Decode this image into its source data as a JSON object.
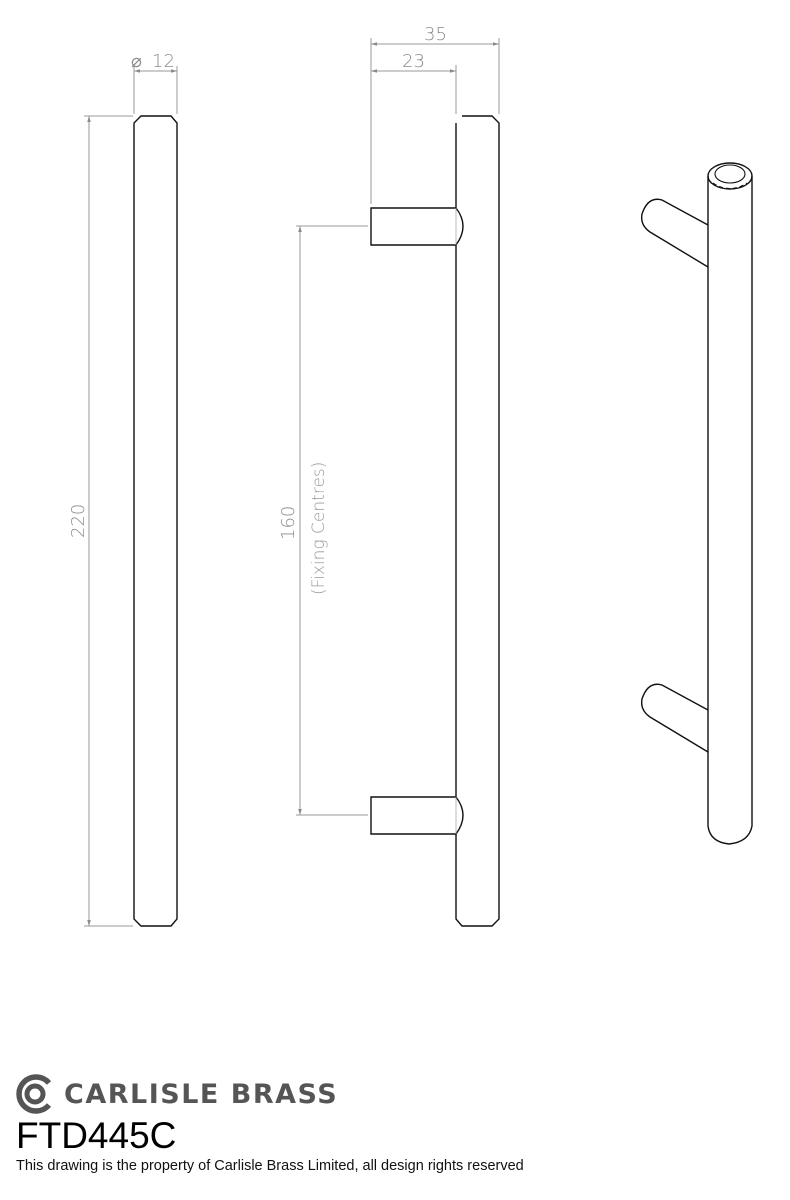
{
  "drawing": {
    "title": "Cabinet T-Bar Handle Technical Drawing",
    "views": {
      "front": {
        "label": "front-elevation",
        "dimensions": {
          "diameter": {
            "symbol": "⌀",
            "value": "12"
          },
          "length": {
            "value": "220"
          }
        }
      },
      "side": {
        "label": "side-elevation",
        "dimensions": {
          "projection_total": {
            "value": "35"
          },
          "projection_leg": {
            "value": "23"
          },
          "fixing_centres": {
            "value": "160",
            "note": "(Fixing Centres)"
          }
        }
      },
      "isometric": {
        "label": "isometric-view"
      }
    },
    "colors": {
      "outline": "#111111",
      "dimension": "#8a8a8a"
    }
  },
  "footer": {
    "brand": "CARLISLE BRASS",
    "brand_color": "#555555",
    "product_code": "FTD445C",
    "copyright": "This drawing is the property of Carlisle Brass Limited, all design rights reserved"
  }
}
